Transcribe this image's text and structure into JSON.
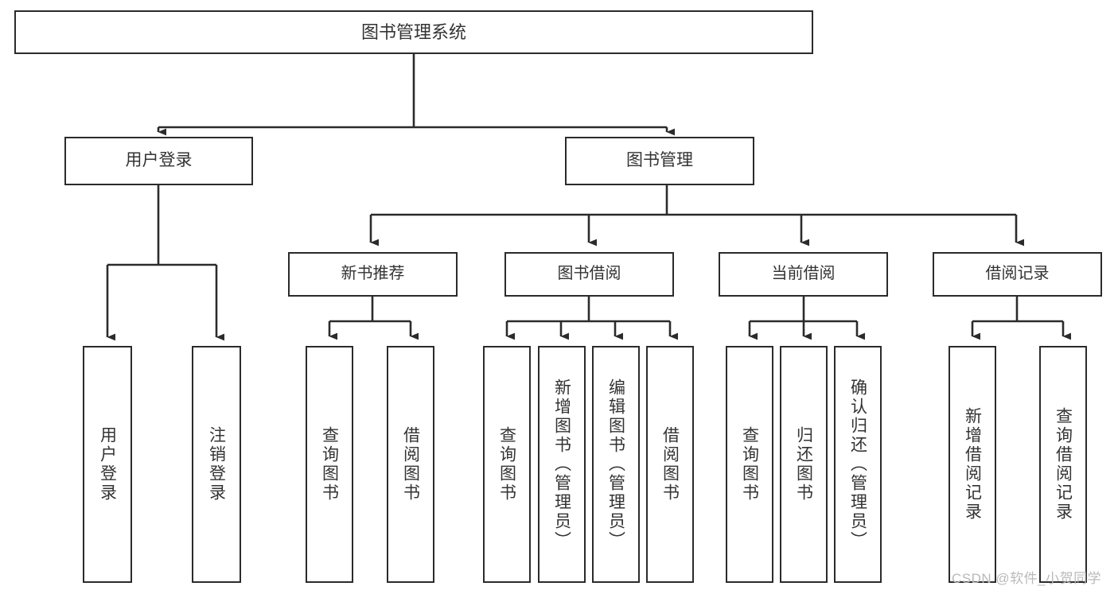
{
  "diagram": {
    "title": "图书管理系统",
    "type": "tree-hierarchy-chart",
    "colors": {
      "box_border": "#2b2b2b",
      "box_fill": "#ffffff",
      "text": "#333333",
      "edge": "#2b2b2b",
      "watermark": "#b9b9b9",
      "background": "#ffffff"
    },
    "watermark": "CSDN @软件_小贺同学"
  },
  "nodes": {
    "root": {
      "label": "图书管理系统"
    },
    "level1": [
      {
        "id": "user-login",
        "label": "用户登录"
      },
      {
        "id": "book-management",
        "label": "图书管理"
      }
    ],
    "level2": [
      {
        "id": "new-book-recommend",
        "label": "新书推荐"
      },
      {
        "id": "book-borrow",
        "label": "图书借阅"
      },
      {
        "id": "current-borrow",
        "label": "当前借阅"
      },
      {
        "id": "borrow-record",
        "label": "借阅记录"
      }
    ],
    "leaves": {
      "user-login": [
        {
          "id": "leaf-user-login",
          "label": "用户登录"
        },
        {
          "id": "leaf-logout-login",
          "label": "注销登录"
        }
      ],
      "new-book-recommend": [
        {
          "id": "leaf-query-book-1",
          "label": "查询图书"
        },
        {
          "id": "leaf-borrow-book-1",
          "label": "借阅图书"
        }
      ],
      "book-borrow": [
        {
          "id": "leaf-query-book-2",
          "label": "查询图书"
        },
        {
          "id": "leaf-add-book",
          "label": "新增图书（管理员）"
        },
        {
          "id": "leaf-edit-book",
          "label": "编辑图书（管理员）"
        },
        {
          "id": "leaf-borrow-book-2",
          "label": "借阅图书"
        }
      ],
      "current-borrow": [
        {
          "id": "leaf-query-book-3",
          "label": "查询图书"
        },
        {
          "id": "leaf-return-book",
          "label": "归还图书"
        },
        {
          "id": "leaf-confirm-return",
          "label": "确认归还（管理员）"
        }
      ],
      "borrow-record": [
        {
          "id": "leaf-add-record",
          "label": "新增借阅记录"
        },
        {
          "id": "leaf-query-record",
          "label": "查询借阅记录"
        }
      ]
    }
  }
}
